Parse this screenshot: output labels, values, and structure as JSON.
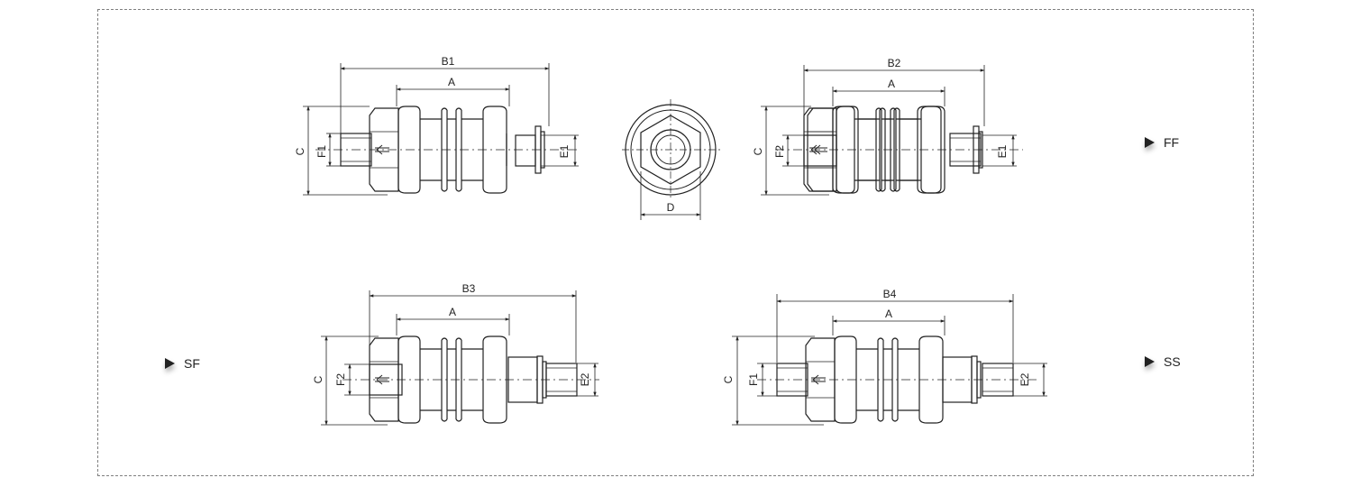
{
  "connector_labels": {
    "ff": "FF",
    "sf": "SF",
    "ss": "SS"
  },
  "dimensions": {
    "A": "A",
    "B1": "B1",
    "B2": "B2",
    "B3": "B3",
    "B4": "B4",
    "C": "C",
    "D": "D",
    "E1": "E1",
    "E2": "E2",
    "F1": "F1",
    "F2": "F2"
  },
  "colors": {
    "line": "#222222",
    "frame": "#7f7f7f",
    "marker": "#222222"
  }
}
